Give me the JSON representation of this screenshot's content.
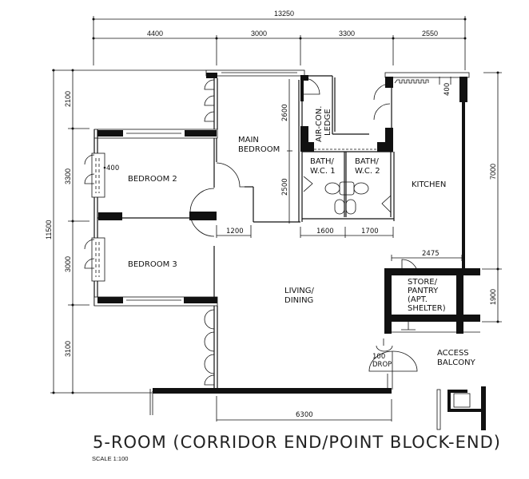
{
  "plan": {
    "title": "5-ROOM (CORRIDOR END/POINT BLOCK-END)",
    "scale": "SCALE 1:100",
    "colors": {
      "line": "#111111",
      "background": "#ffffff"
    }
  },
  "dimensions": {
    "overall_width": "13250",
    "top": [
      "4400",
      "3000",
      "3300",
      "2550"
    ],
    "overall_height": "11500",
    "left": [
      "2100",
      "3300",
      "3000",
      "3100"
    ],
    "right": [
      "7000",
      "1900"
    ],
    "main_bedroom_depth": "2600",
    "bath_depth": "2500",
    "bath1_width": "1600",
    "bath2_width": "1700",
    "entry_width": "1200",
    "bedroom2_window": "400",
    "kitchen_ledge": "400",
    "store_width": "2475",
    "living_width": "6300"
  },
  "rooms": {
    "main_bedroom": [
      "MAIN",
      "BEDROOM"
    ],
    "bedroom2": "BEDROOM  2",
    "bedroom3": "BEDROOM  3",
    "aircon_ledge": [
      "AIR-CON.",
      "LEDGE"
    ],
    "bath1": [
      "BATH/",
      "W.C.  1"
    ],
    "bath2": [
      "BATH/",
      "W.C.  2"
    ],
    "kitchen": "KITCHEN",
    "living_dining": [
      "LIVING/",
      "DINING"
    ],
    "store": [
      "STORE/",
      "PANTRY",
      "(APT.",
      "SHELTER)"
    ],
    "access_balcony": [
      "ACCESS",
      "BALCONY"
    ],
    "drop": [
      "100",
      "DROP"
    ]
  }
}
